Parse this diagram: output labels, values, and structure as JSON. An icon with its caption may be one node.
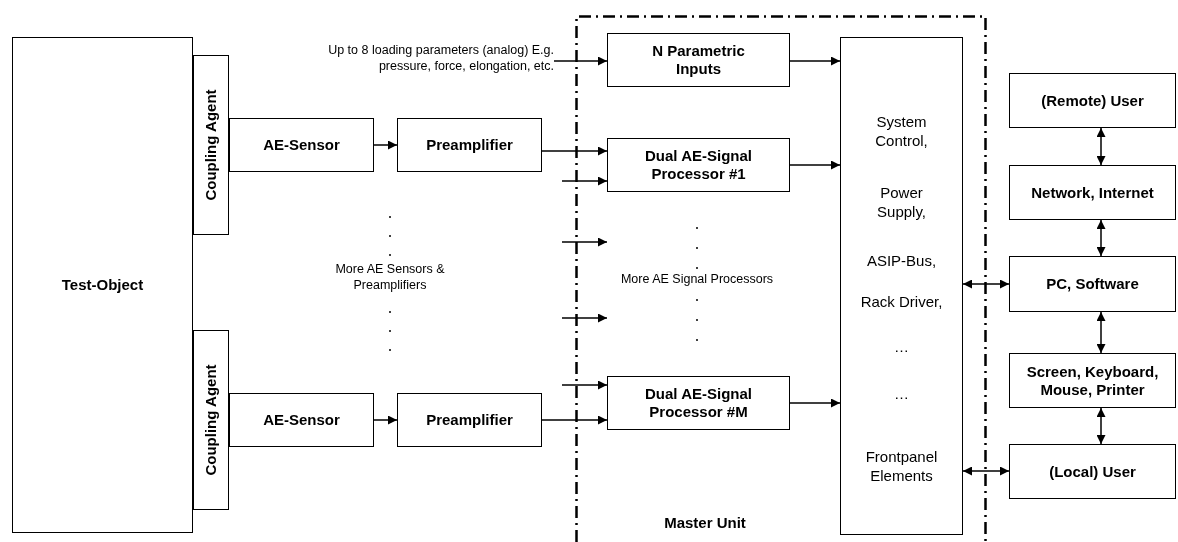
{
  "diagram": {
    "nodes": [
      {
        "text": [
          "Test-Object"
        ]
      },
      {
        "text": [
          "Coupling Agent"
        ]
      },
      {
        "text": [
          "AE-Sensor"
        ]
      },
      {
        "text": [
          "Preamplifier"
        ]
      },
      {
        "text": [
          "Coupling Agent"
        ]
      },
      {
        "text": [
          "AE-Sensor"
        ]
      },
      {
        "text": [
          "Preamplifier"
        ]
      },
      {
        "text": [
          "Up to 8 loading parameters (analog) E.g. pressure, force, elongation, etc."
        ]
      },
      {
        "text": [
          "Master Unit"
        ]
      },
      {
        "text": [
          "N Parametric Inputs"
        ],
        "in": 8
      },
      {
        "text": [
          "Dual AE-Signal Processor #1"
        ],
        "in": 8
      },
      {
        "text": [
          "Dual AE-Signal Processor #M"
        ],
        "in": 8
      },
      {
        "text": [
          "System Control,",
          "Power Supply,",
          "ASIP-Bus,",
          "Rack Driver,",
          "…",
          "…",
          "Frontpanel Elements"
        ],
        "in": 8
      },
      {
        "text": [
          "(Remote) User"
        ]
      },
      {
        "text": [
          "Network, Internet"
        ]
      },
      {
        "text": [
          "PC, Software"
        ]
      },
      {
        "text": [
          "Screen, Keyboard, Mouse, Printer"
        ]
      },
      {
        "text": [
          "(Local) User"
        ]
      }
    ],
    "edges": [
      {
        "from": 2,
        "to": 3,
        "arrow": "to"
      },
      {
        "from": 5,
        "to": 6,
        "arrow": "to"
      },
      {
        "from": 7,
        "to": 9,
        "arrow": "to"
      },
      {
        "from": 3,
        "to": 10,
        "arrow": "to"
      },
      {
        "from": null,
        "to": 10,
        "arrow": "to"
      },
      {
        "from": null,
        "to": 11,
        "arrow": "to"
      },
      {
        "from": 6,
        "to": 11,
        "arrow": "to"
      },
      {
        "from": 9,
        "to": 12,
        "arrow": "to"
      },
      {
        "from": 10,
        "to": 12,
        "arrow": "to"
      },
      {
        "from": 11,
        "to": 12,
        "arrow": "to"
      },
      {
        "from": 12,
        "to": 15,
        "arrow": "both"
      },
      {
        "from": 12,
        "to": 17,
        "arrow": "both"
      },
      {
        "from": 13,
        "to": 14,
        "arrow": "both"
      },
      {
        "from": 14,
        "to": 15,
        "arrow": "both"
      },
      {
        "from": 15,
        "to": 16,
        "arrow": "both"
      },
      {
        "from": 16,
        "to": 17,
        "arrow": "both"
      }
    ],
    "labels": [
      "More AE Sensors & Preamplifiers",
      "More AE Signal Processors"
    ]
  }
}
